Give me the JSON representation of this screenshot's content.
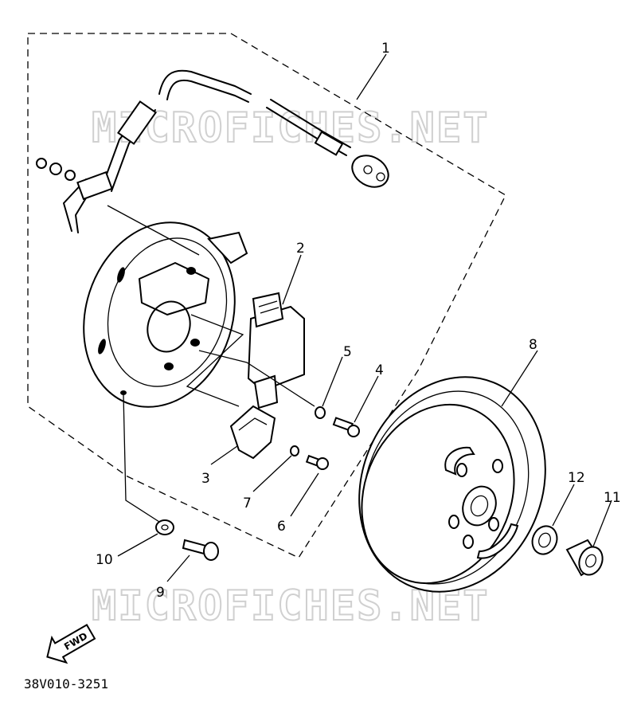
{
  "watermark": "MICROFICHES.NET",
  "diagram_code": "38V010-3251",
  "fwd_label": "FWD",
  "part_numbers": {
    "p1": "1",
    "p2": "2",
    "p3": "3",
    "p4": "4",
    "p5": "5",
    "p6": "6",
    "p7": "7",
    "p8": "8",
    "p9": "9",
    "p10": "10",
    "p11": "11",
    "p12": "12"
  }
}
